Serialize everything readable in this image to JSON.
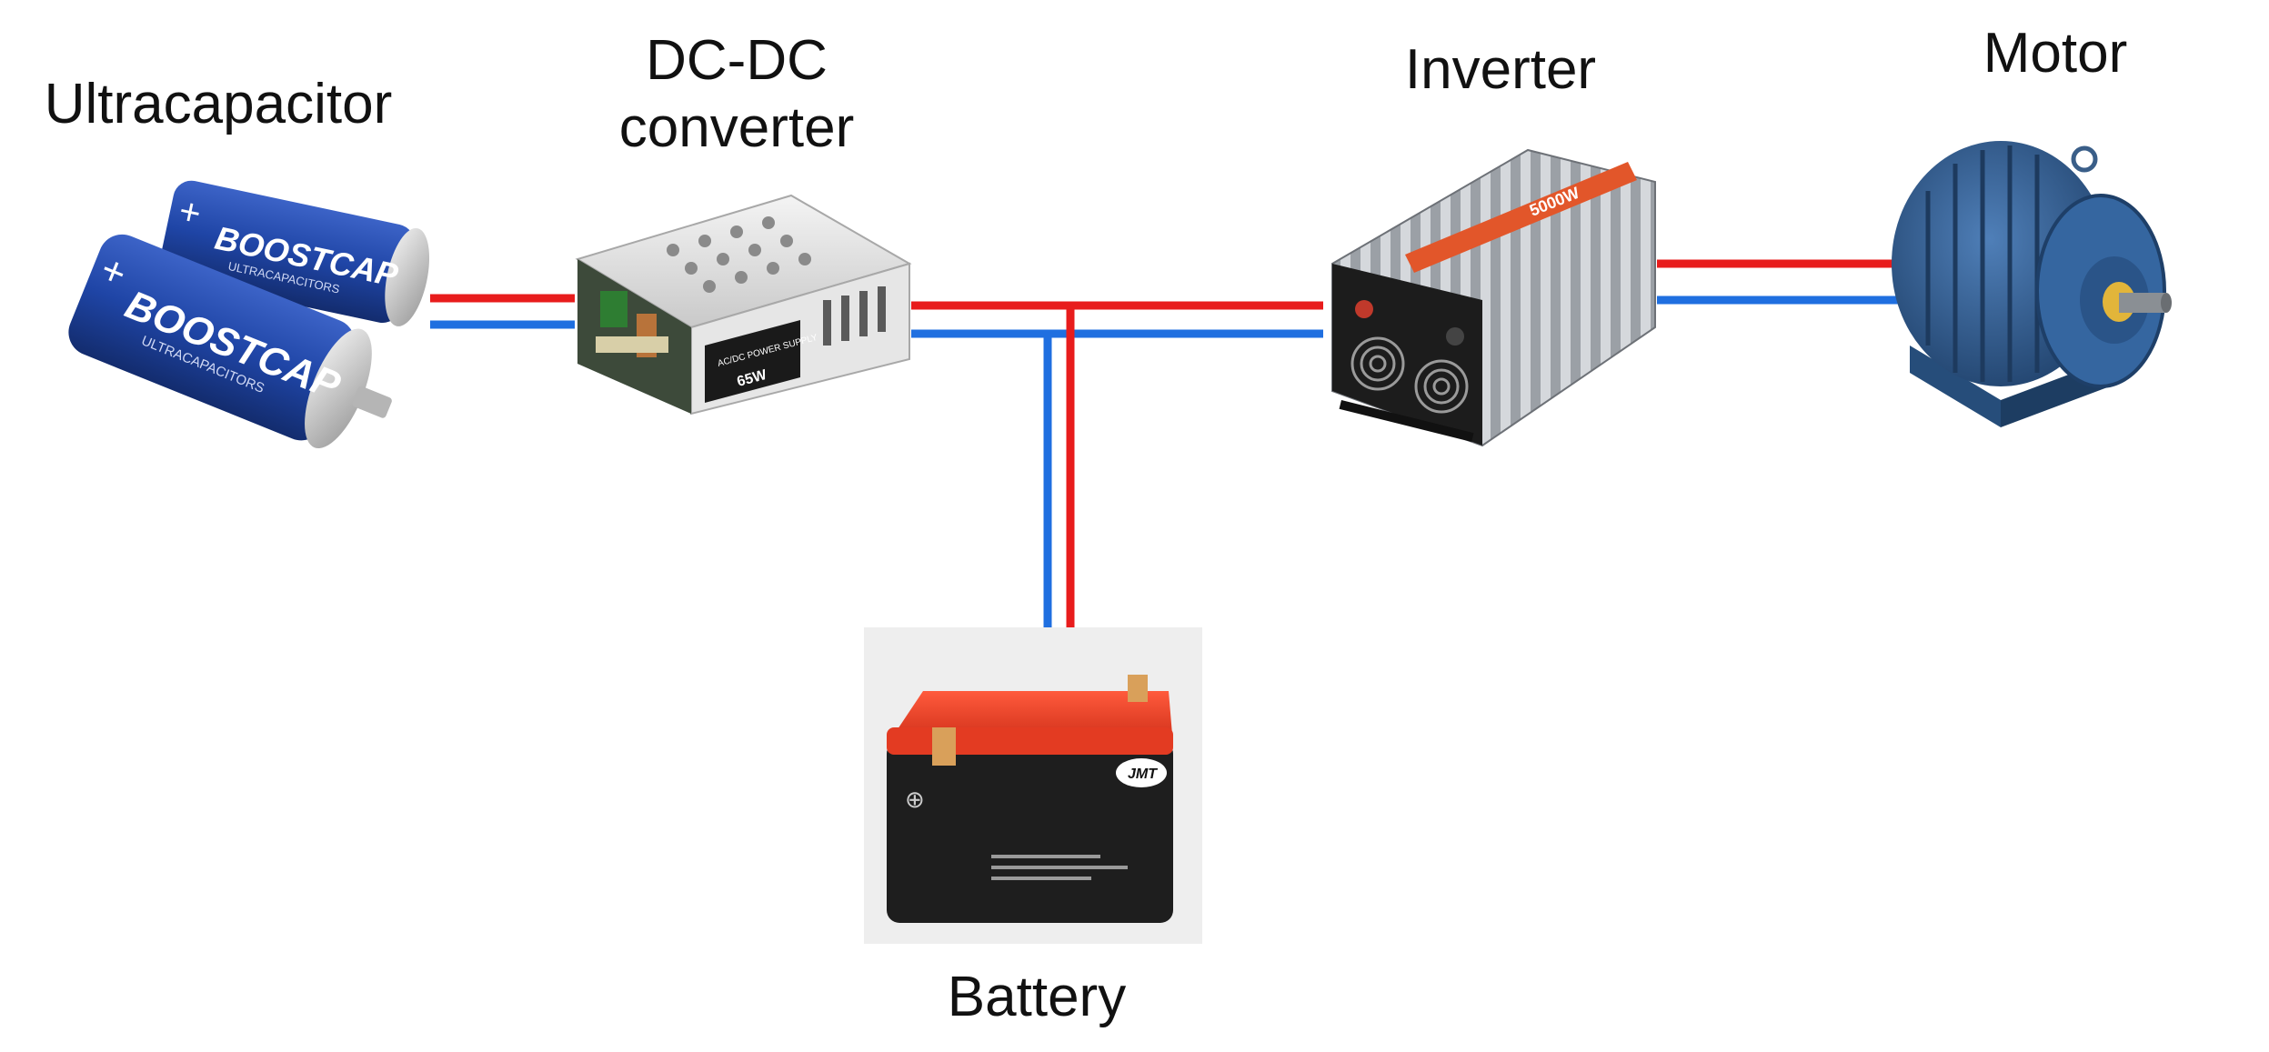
{
  "labels": {
    "ultracapacitor": "Ultracapacitor",
    "dcdc_line1": "DC-DC",
    "dcdc_line2": "converter",
    "inverter": "Inverter",
    "motor": "Motor",
    "battery": "Battery"
  },
  "product_text": {
    "boostcap": "BOOSTCAP",
    "ultracapacitors": "ULTRACAPACITORS",
    "converter_plate": "AC/DC POWER SUPPLY",
    "converter_watt": "65W",
    "inverter_model": "5000W",
    "battery_brand": "JMT"
  },
  "colors": {
    "positive_wire": "#e81c1c",
    "negative_wire": "#1f6fe0",
    "capacitor_body": "#1d3f9e",
    "inverter_body": "#8d9196",
    "inverter_accent": "#e2562a",
    "motor_body": "#2f5e92",
    "battery_lid": "#e33b22",
    "battery_body": "#1e1e1e"
  }
}
